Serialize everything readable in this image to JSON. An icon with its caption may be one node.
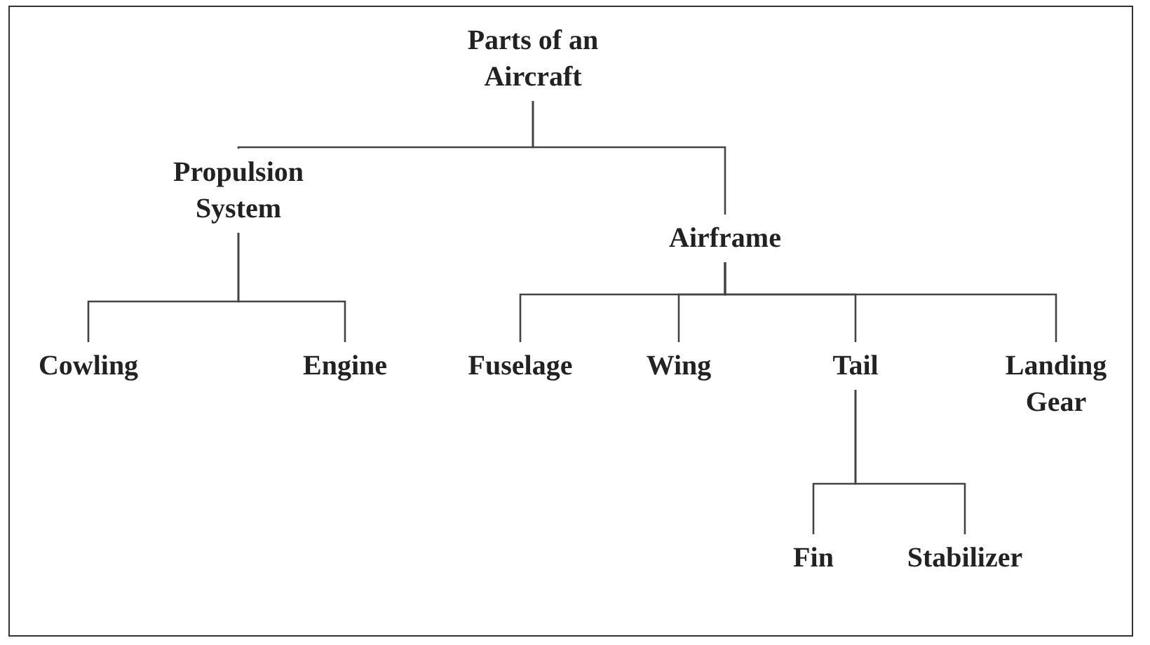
{
  "diagram": {
    "nodes": [
      {
        "text": [
          "Parts of an Aircraft"
        ]
      },
      {
        "text": [
          "Propulsion System"
        ]
      },
      {
        "text": [
          "Airframe"
        ]
      },
      {
        "text": [
          "Cowling"
        ]
      },
      {
        "text": [
          "Engine"
        ]
      },
      {
        "text": [
          "Fuselage"
        ]
      },
      {
        "text": [
          "Wing"
        ]
      },
      {
        "text": [
          "Tail"
        ]
      },
      {
        "text": [
          "Landing Gear"
        ]
      },
      {
        "text": [
          "Fin"
        ]
      },
      {
        "text": [
          "Stabilizer"
        ]
      }
    ],
    "edges": [
      {
        "from": 0,
        "to": 1,
        "arrow": "none"
      },
      {
        "from": 0,
        "to": 2,
        "arrow": "none"
      },
      {
        "from": 1,
        "to": 3,
        "arrow": "none"
      },
      {
        "from": 1,
        "to": 4,
        "arrow": "none"
      },
      {
        "from": 2,
        "to": 5,
        "arrow": "none"
      },
      {
        "from": 2,
        "to": 6,
        "arrow": "none"
      },
      {
        "from": 2,
        "to": 7,
        "arrow": "none"
      },
      {
        "from": 2,
        "to": 8,
        "arrow": "none"
      },
      {
        "from": 7,
        "to": 9,
        "arrow": "none"
      },
      {
        "from": 7,
        "to": 10,
        "arrow": "none"
      }
    ]
  }
}
